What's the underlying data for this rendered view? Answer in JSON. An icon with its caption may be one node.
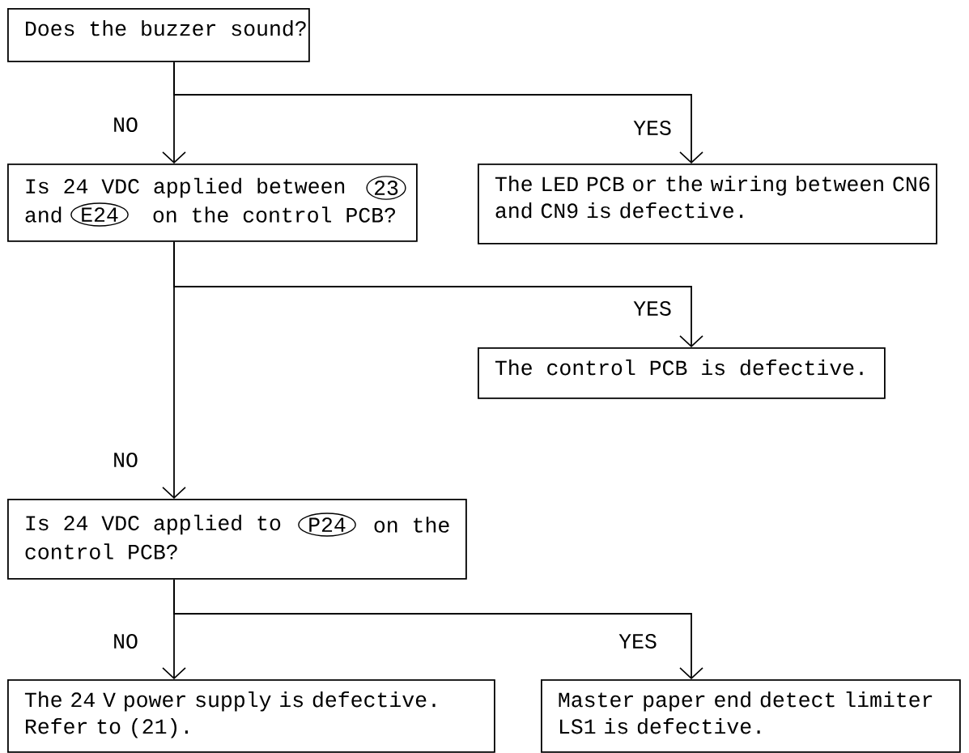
{
  "diagram": {
    "nodes": [
      {
        "text": [
          "Does the buzzer sound?"
        ]
      },
      {
        "text": [
          "Is 24 VDC applied between",
          "23",
          "and",
          "E24",
          "on the control PCB?"
        ]
      },
      {
        "text": [
          "The LED PCB or the wiring between CN6 and CN9 is defective."
        ]
      },
      {
        "text": [
          "The control PCB is defective."
        ]
      },
      {
        "text": [
          "Is 24 VDC applied to",
          "P24",
          "on the",
          "control PCB?"
        ]
      },
      {
        "text": [
          "The 24 V power supply is defective. Refer to (21)."
        ]
      },
      {
        "text": [
          "Master paper end detect limiter LS1 is defective."
        ]
      }
    ],
    "edges": [
      {
        "from": 0,
        "to": 1,
        "arrow": "to",
        "label": "NO"
      },
      {
        "from": 0,
        "to": 2,
        "arrow": "to",
        "label": "YES"
      },
      {
        "from": 1,
        "to": 3,
        "arrow": "to",
        "label": "YES"
      },
      {
        "from": 1,
        "to": 4,
        "arrow": "to",
        "label": "NO"
      },
      {
        "from": 4,
        "to": 5,
        "arrow": "to",
        "label": "NO"
      },
      {
        "from": 4,
        "to": 6,
        "arrow": "to",
        "label": "YES"
      }
    ]
  }
}
